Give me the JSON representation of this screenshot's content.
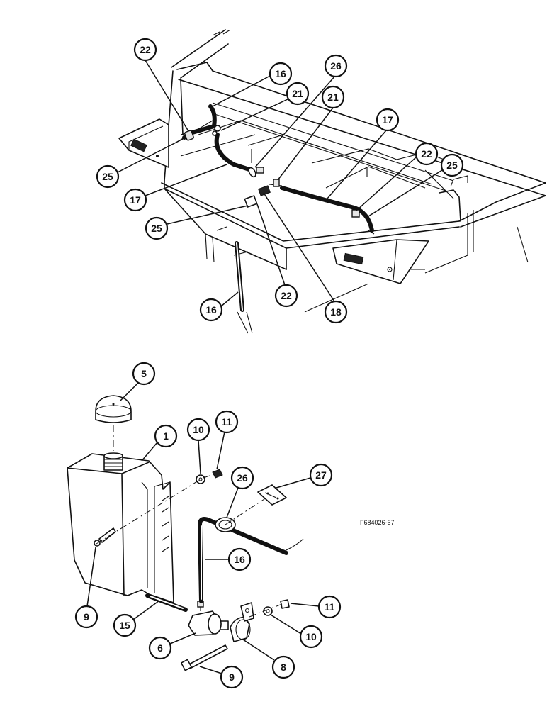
{
  "figure_ref": "F684026-67",
  "upper_callouts": [
    {
      "id": "u22a",
      "label": "22"
    },
    {
      "id": "u16a",
      "label": "16"
    },
    {
      "id": "u21a",
      "label": "21"
    },
    {
      "id": "u26",
      "label": "26"
    },
    {
      "id": "u21b",
      "label": "21"
    },
    {
      "id": "u17a",
      "label": "17"
    },
    {
      "id": "u22b",
      "label": "22"
    },
    {
      "id": "u25a",
      "label": "25"
    },
    {
      "id": "u25b",
      "label": "25"
    },
    {
      "id": "u17b",
      "label": "17"
    },
    {
      "id": "u25c",
      "label": "25"
    },
    {
      "id": "u22c",
      "label": "22"
    },
    {
      "id": "u18",
      "label": "18"
    },
    {
      "id": "u16b",
      "label": "16"
    }
  ],
  "lower_callouts": [
    {
      "id": "l5",
      "label": "5"
    },
    {
      "id": "l1",
      "label": "1"
    },
    {
      "id": "l10a",
      "label": "10"
    },
    {
      "id": "l11a",
      "label": "11"
    },
    {
      "id": "l26",
      "label": "26"
    },
    {
      "id": "l27",
      "label": "27"
    },
    {
      "id": "l16",
      "label": "16"
    },
    {
      "id": "l9a",
      "label": "9"
    },
    {
      "id": "l15",
      "label": "15"
    },
    {
      "id": "l11b",
      "label": "11"
    },
    {
      "id": "l10b",
      "label": "10"
    },
    {
      "id": "l6",
      "label": "6"
    },
    {
      "id": "l8",
      "label": "8"
    },
    {
      "id": "l9b",
      "label": "9"
    }
  ]
}
